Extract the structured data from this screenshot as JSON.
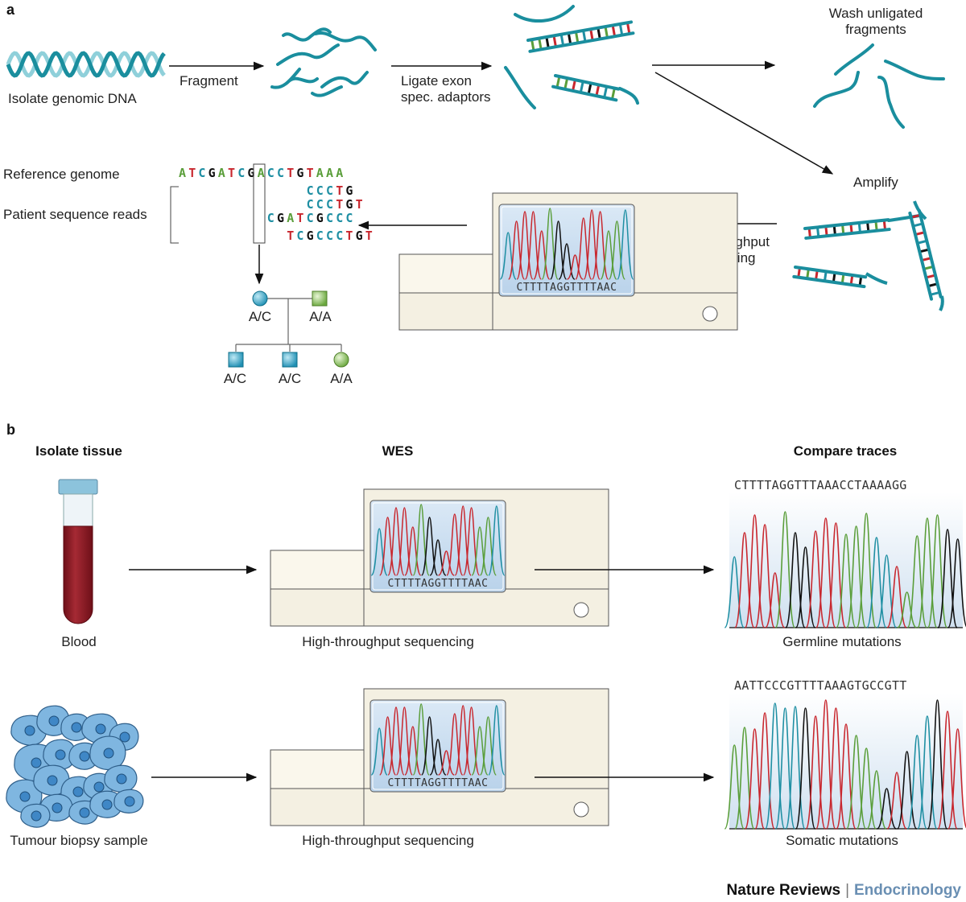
{
  "panel_a": {
    "label": "a",
    "steps": {
      "isolate": "Isolate genomic DNA",
      "fragment": "Fragment",
      "ligate_line1": "Ligate exon",
      "ligate_line2": "spec. adaptors",
      "wash_line1": "Wash unligated",
      "wash_line2": "fragments",
      "amplify": "Amplify",
      "hts_line1": "High-throughput",
      "hts_line2": "sequencing"
    },
    "alignment": {
      "reference_label": "Reference genome",
      "reads_label": "Patient sequence reads",
      "reference": "ATCGATCGACCTGTAAA",
      "reads": [
        {
          "offset": 13,
          "seq": "CCCTG"
        },
        {
          "offset": 13,
          "seq": "CCCTGT"
        },
        {
          "offset": 9,
          "seq": "CGATCGCCC"
        },
        {
          "offset": 11,
          "seq": "TCGCCCTGT"
        }
      ]
    },
    "pedigree": {
      "parent1": "A/C",
      "parent2": "A/A",
      "child1": "A/C",
      "child2": "A/C",
      "child3": "A/A"
    },
    "sequencer_readout": "CTTTTAGGTTTTAAC"
  },
  "panel_b": {
    "label": "b",
    "headers": {
      "col1": "Isolate tissue",
      "col2": "WES",
      "col3": "Compare traces"
    },
    "row1": {
      "sample": "Blood",
      "machine": "High-throughput sequencing",
      "readout": "CTTTTAGGTTTTAAC",
      "trace_sequence": "CTTTTAGGTTTAAACCTAAAAGG",
      "result": "Germline mutations"
    },
    "row2": {
      "sample": "Tumour biopsy sample",
      "machine": "High-throughput sequencing",
      "readout": "CTTTTAGGTTTTAAC",
      "trace_sequence": "AATTCCCGTTTTAAAGTGCCGTT",
      "result": "Somatic mutations"
    }
  },
  "footer": {
    "journal": "Nature Reviews",
    "separator": "|",
    "section": "Endocrinology"
  },
  "colors": {
    "A": "#5a9e3a",
    "C": "#1f8fa3",
    "G": "#111111",
    "T": "#c8272e",
    "dna": "#1a8e9e",
    "blood": "#8b1a24",
    "cell": "#7fb6e0",
    "accent_blue": "#6a8fb3"
  }
}
